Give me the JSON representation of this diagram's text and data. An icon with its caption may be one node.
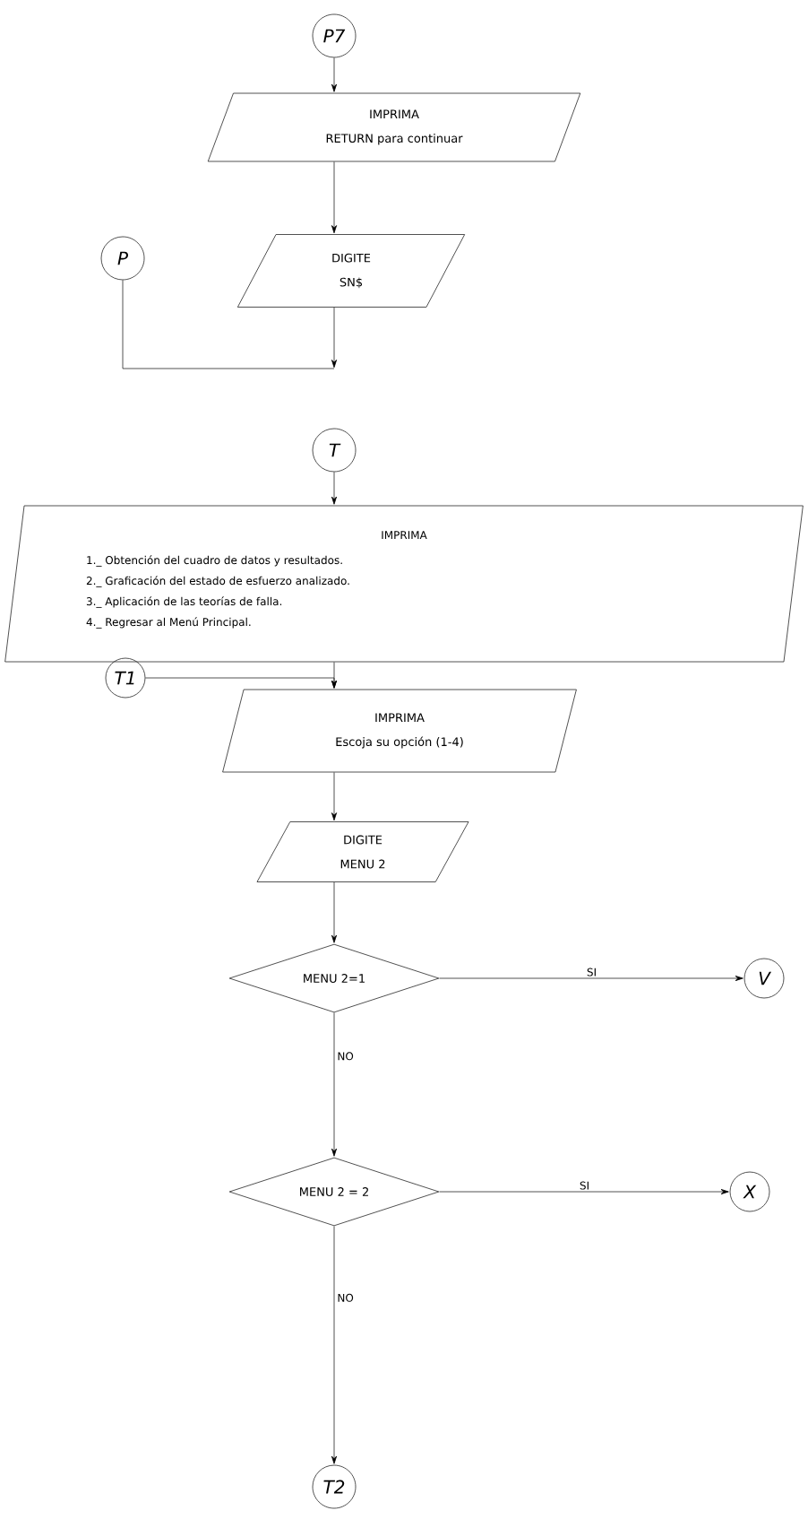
{
  "diagram": {
    "nodes": [
      {
        "text": [
          "P7"
        ]
      },
      {
        "text": [
          "IMPRIMA",
          "RETURN para continuar"
        ]
      },
      {
        "text": [
          "DIGITE",
          "SN$"
        ]
      },
      {
        "text": [
          "P"
        ]
      },
      {
        "text": [
          "T"
        ]
      },
      {
        "text": [
          "IMPRIMA",
          "1._ Obtención del cuadro de datos y resultados.",
          "2._ Graficación del estado de esfuerzo analizado.",
          "3._ Aplicación de las teorías de falla.",
          "4._ Regresar al Menú Principal."
        ]
      },
      {
        "text": [
          "T1"
        ]
      },
      {
        "text": [
          "IMPRIMA",
          "Escoja su opción (1-4)"
        ]
      },
      {
        "text": [
          "DIGITE",
          "MENU 2"
        ]
      },
      {
        "text": [
          "MENU 2=1"
        ]
      },
      {
        "text": [
          "V"
        ]
      },
      {
        "text": [
          "MENU 2 = 2"
        ]
      },
      {
        "text": [
          "X"
        ]
      },
      {
        "text": [
          "T2"
        ]
      }
    ],
    "edges": [
      {
        "from": 0,
        "to": 1,
        "arrow": "to"
      },
      {
        "from": 1,
        "to": 2,
        "arrow": "to"
      },
      {
        "from": 2,
        "to": null,
        "arrow": "to"
      },
      {
        "from": 3,
        "to": null,
        "arrow": "none"
      },
      {
        "from": 4,
        "to": 5,
        "arrow": "to"
      },
      {
        "from": 5,
        "to": 7,
        "arrow": "to"
      },
      {
        "from": 6,
        "to": 7,
        "arrow": "to"
      },
      {
        "from": 7,
        "to": 8,
        "arrow": "to"
      },
      {
        "from": 8,
        "to": 9,
        "arrow": "to"
      },
      {
        "from": 9,
        "to": 10,
        "arrow": "to",
        "label": "SI"
      },
      {
        "from": 9,
        "to": 11,
        "arrow": "to",
        "label": "NO"
      },
      {
        "from": 11,
        "to": 12,
        "arrow": "to",
        "label": "SI"
      },
      {
        "from": 11,
        "to": 13,
        "arrow": "to",
        "label": "NO"
      }
    ]
  }
}
